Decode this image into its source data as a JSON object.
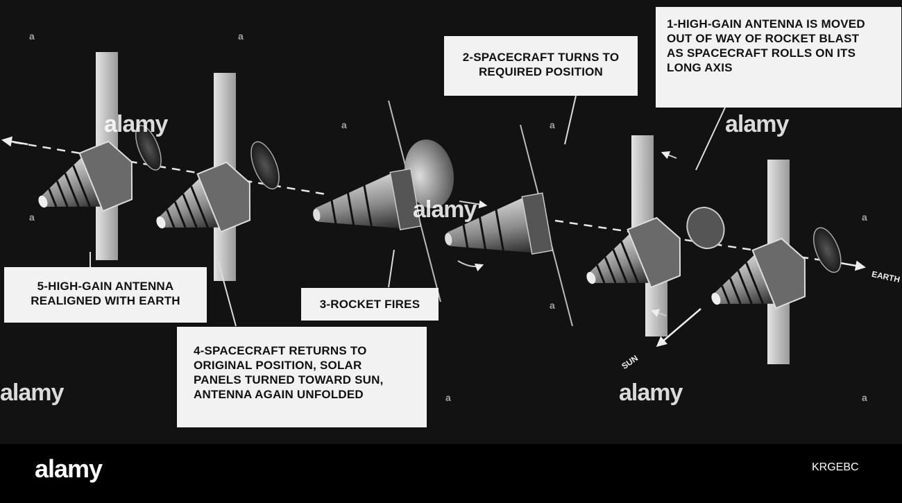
{
  "labels": {
    "step1": [
      "1-HIGH-GAIN ANTENNA IS MOVED",
      "OUT OF WAY OF ROCKET BLAST",
      "AS SPACECRAFT ROLLS ON ITS",
      "LONG AXIS"
    ],
    "step2": [
      "2-SPACECRAFT TURNS TO",
      "REQUIRED POSITION"
    ],
    "step3": [
      "3-ROCKET FIRES"
    ],
    "step4": [
      "4-SPACECRAFT RETURNS TO",
      "ORIGINAL POSITION, SOLAR",
      "PANELS TURNED TOWARD SUN,",
      "ANTENNA AGAIN UNFOLDED"
    ],
    "step5": [
      "5-HIGH-GAIN ANTENNA",
      "REALIGNED WITH EARTH"
    ]
  },
  "directions": {
    "earth": "EARTH",
    "sun": "SUN"
  },
  "watermark": {
    "brand": "alamy",
    "letter": "a"
  },
  "footer": {
    "brand": "alamy",
    "image_code": "KRGEBC"
  }
}
